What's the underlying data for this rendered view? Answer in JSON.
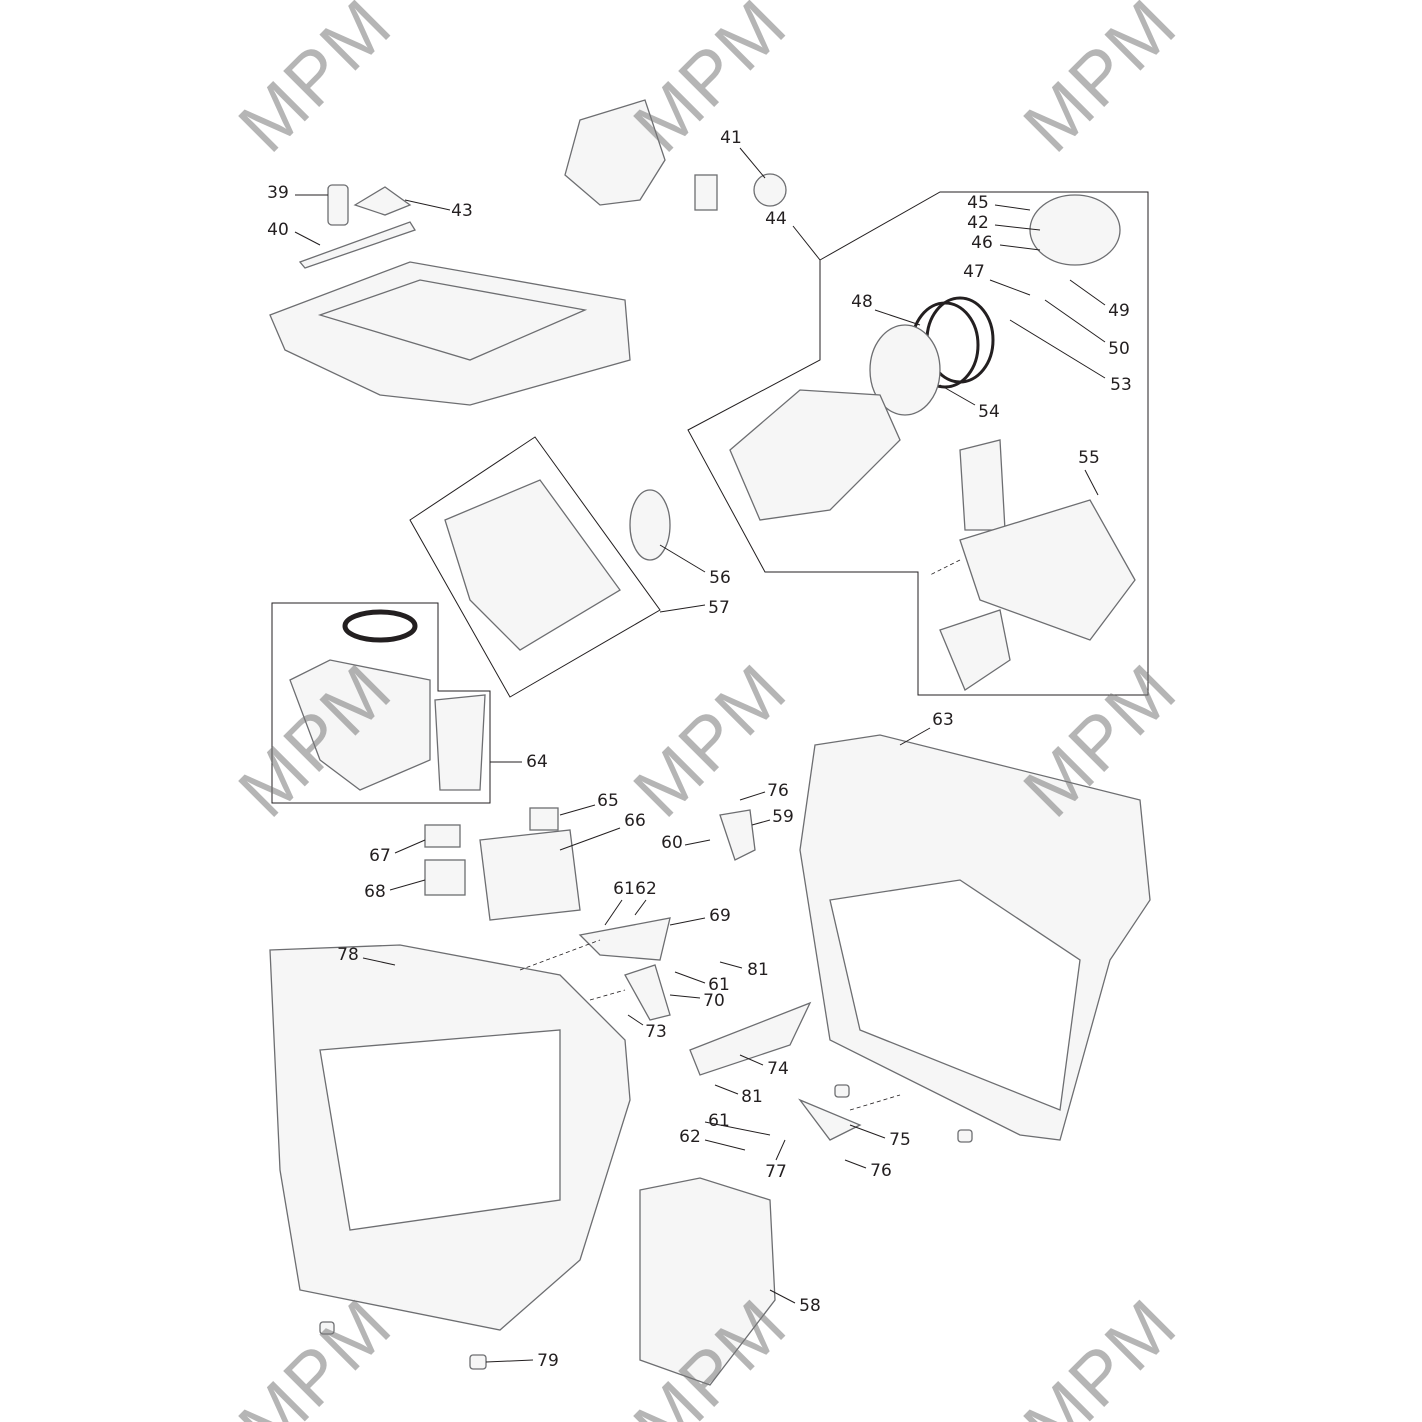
{
  "watermark": "MPM",
  "labels": [
    "39",
    "43",
    "40",
    "41",
    "44",
    "45",
    "42",
    "46",
    "47",
    "48",
    "49",
    "50",
    "53",
    "54",
    "55",
    "56",
    "57",
    "64",
    "63",
    "76",
    "65",
    "59",
    "66",
    "60",
    "67",
    "68",
    "61",
    "62",
    "69",
    "78",
    "81",
    "61",
    "70",
    "73",
    "74",
    "81",
    "61",
    "75",
    "62",
    "76",
    "77",
    "58",
    "79"
  ],
  "colors": {
    "line": "#231f20",
    "part_stroke": "#6d6e71",
    "part_fill": "#f4f4f4",
    "watermark": "#8a8a8a"
  }
}
